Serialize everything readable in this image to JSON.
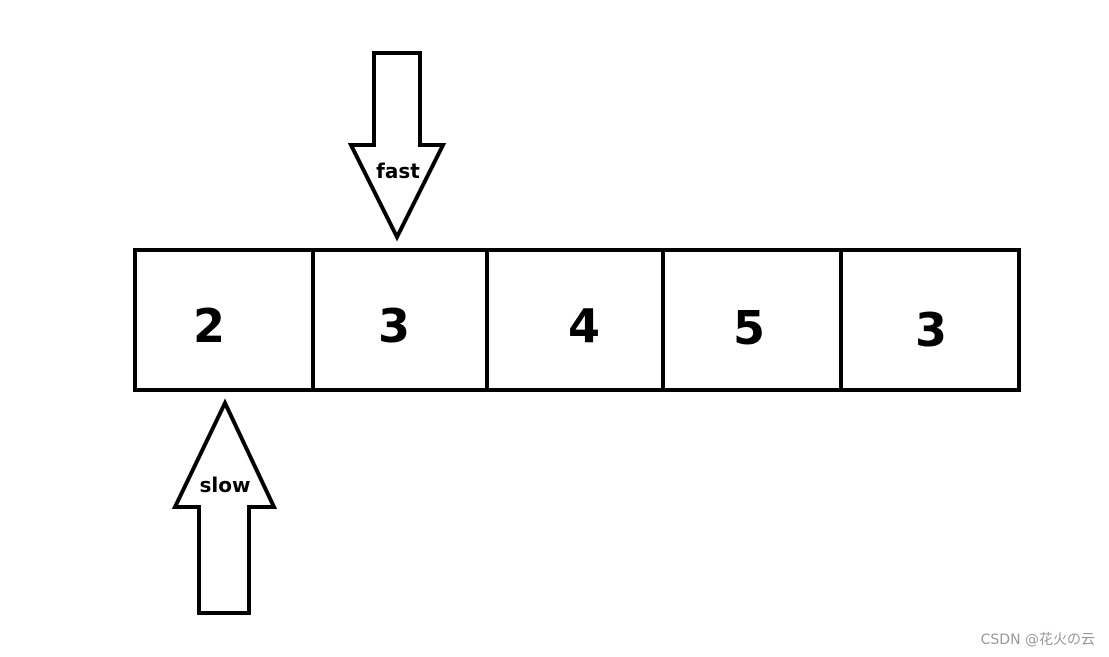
{
  "array": {
    "cells": [
      "2",
      "3",
      "4",
      "5",
      "3"
    ]
  },
  "pointers": {
    "fast": {
      "label": "fast",
      "index": 1,
      "direction": "down"
    },
    "slow": {
      "label": "slow",
      "index": 0,
      "direction": "up"
    }
  },
  "watermark": "CSDN @花火の云"
}
